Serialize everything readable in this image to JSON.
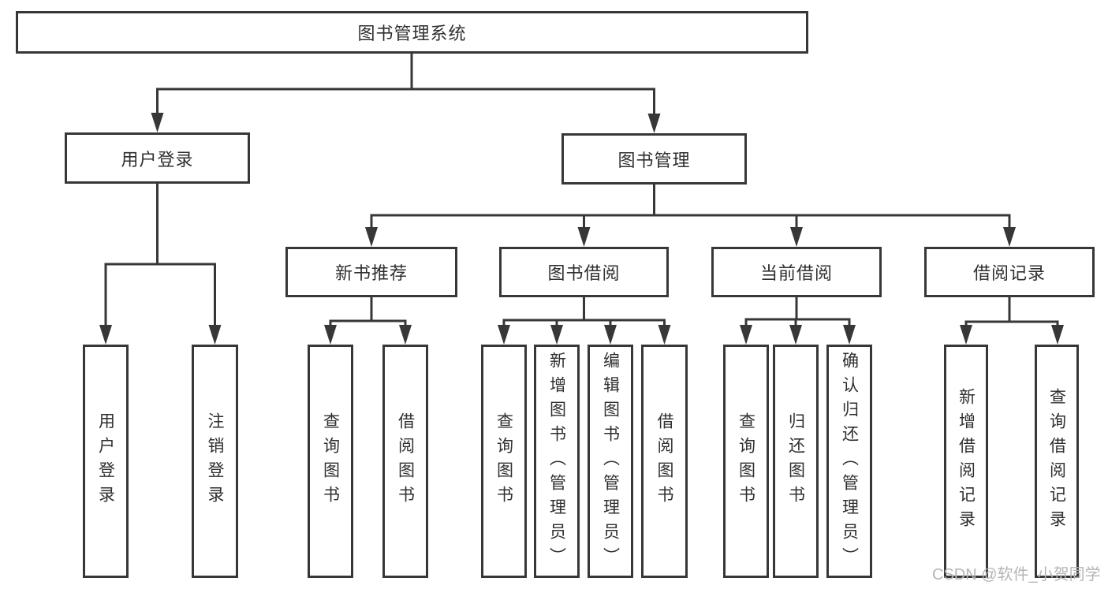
{
  "diagram": {
    "root": {
      "label": "图书管理系统"
    },
    "user_login": {
      "label": "用户登录",
      "children": {
        "login": "用户登录",
        "logout": "注销登录"
      }
    },
    "book_management": {
      "label": "图书管理",
      "new_book_recommendation": {
        "label": "新书推荐",
        "children": {
          "query_books": "查询图书",
          "borrow_books": "借阅图书"
        }
      },
      "book_borrowing": {
        "label": "图书借阅",
        "children": {
          "query_books": "查询图书",
          "add_books": "新增图书（管理员）",
          "edit_books": "编辑图书（管理员）",
          "borrow_books": "借阅图书"
        }
      },
      "current_borrowing": {
        "label": "当前借阅",
        "children": {
          "query_books": "查询图书",
          "return_books": "归还图书",
          "confirm_return": "确认归还（管理员）"
        }
      },
      "borrowing_records": {
        "label": "借阅记录",
        "children": {
          "add_record": "新增借阅记录",
          "query_record": "查询借阅记录"
        }
      }
    }
  },
  "watermark": {
    "text": "CSDN @软件_小贺同学"
  },
  "colors": {
    "line": "#373737",
    "text": "#2f2f2f",
    "background": "#ffffff",
    "watermark": "#b5b5b5"
  }
}
